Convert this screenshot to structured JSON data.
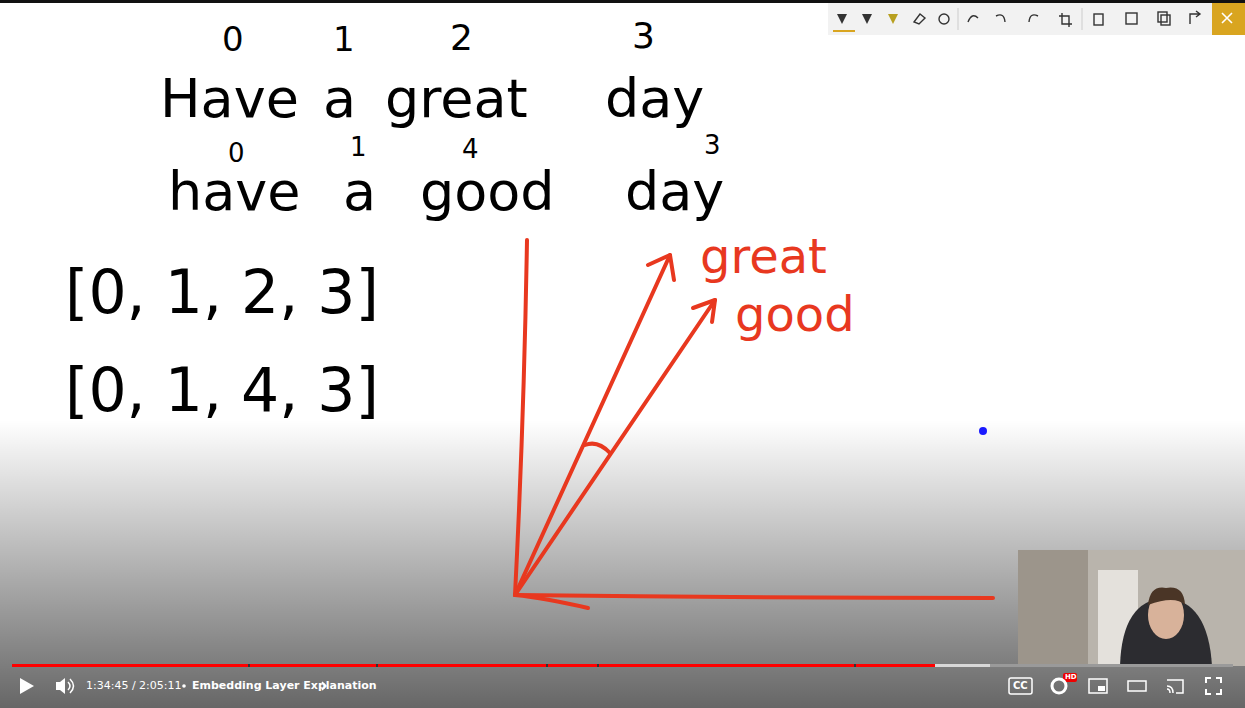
{
  "diagram": {
    "labels": [
      "0",
      "1",
      "2",
      "3",
      "Have",
      "a",
      "great",
      "day",
      "0",
      "1",
      "4",
      "3",
      "have",
      "a",
      "good",
      "day",
      "[0, 1, 2, 3]",
      "[0, 1, 4, 3]",
      "great",
      "good",
      "1:34:45 / 2:05:11",
      "Embedding Layer Explanation",
      "CC",
      "HD"
    ]
  }
}
